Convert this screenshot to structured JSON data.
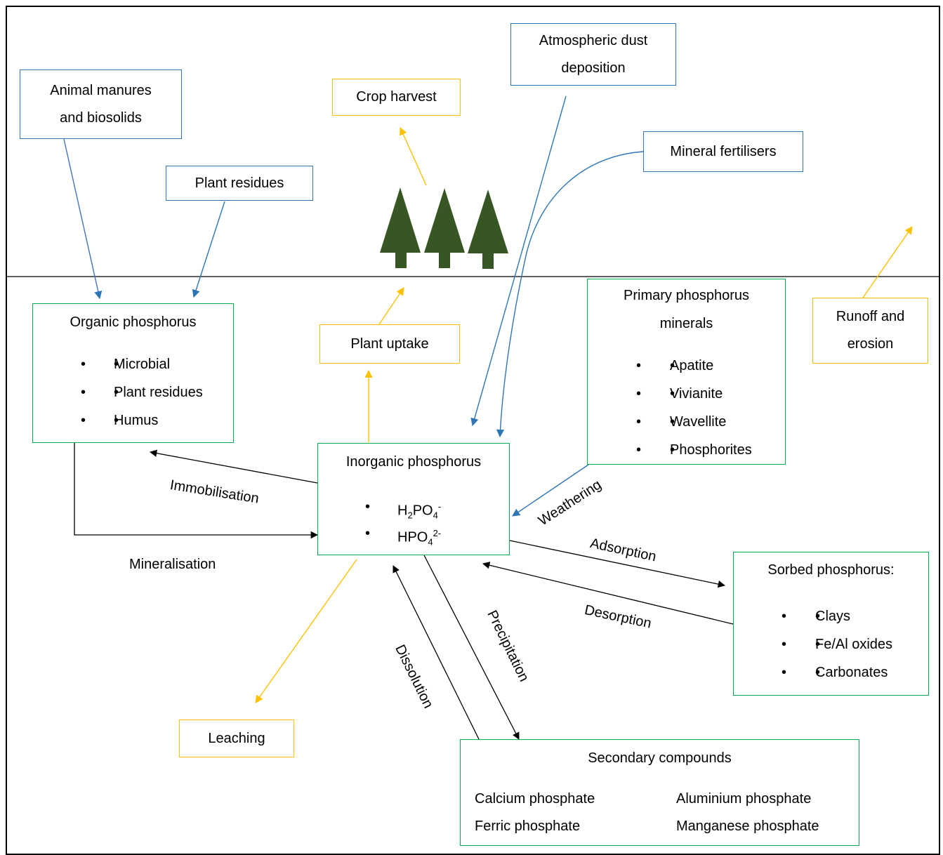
{
  "sources": {
    "manures": [
      "Animal manures",
      "and biosolids"
    ],
    "plant_residues": "Plant residues",
    "dust": [
      "Atmospheric dust",
      "deposition"
    ],
    "fertilisers": "Mineral fertilisers"
  },
  "outputs": {
    "crop_harvest": "Crop harvest",
    "plant_uptake": "Plant uptake",
    "runoff": [
      "Runoff and",
      "erosion"
    ],
    "leaching": "Leaching"
  },
  "pools": {
    "organic": {
      "title": "Organic phosphorus",
      "items": [
        "Microbial",
        "Plant residues",
        "Humus"
      ]
    },
    "inorganic": {
      "title": "Inorganic phosphorus",
      "items": [
        {
          "base": "H",
          "sub1": "2",
          "mid": "PO",
          "sub2": "4",
          "sup": "-"
        },
        {
          "base": "HPO",
          "sub1": "",
          "mid": "",
          "sub2": "4",
          "sup": "2-"
        }
      ]
    },
    "primary": {
      "title": [
        "Primary phosphorus",
        "minerals"
      ],
      "items": [
        "Apatite",
        "Vivianite",
        "Wavellite",
        "Phosphorites"
      ]
    },
    "sorbed": {
      "title": "Sorbed phosphorus:",
      "items": [
        "Clays",
        "Fe/Al oxides",
        "Carbonates"
      ]
    },
    "secondary": {
      "title": "Secondary compounds",
      "left": [
        "Calcium phosphate",
        "Ferric phosphate"
      ],
      "right": [
        "Aluminium phosphate",
        "Manganese phosphate"
      ]
    }
  },
  "processes": {
    "immobilisation": "Immobilisation",
    "mineralisation": "Mineralisation",
    "weathering": "Weathering",
    "adsorption": "Adsorption",
    "desorption": "Desorption",
    "precipitation": "Precipitation",
    "dissolution": "Dissolution"
  },
  "colors": {
    "input_arrow": "#2e75b6",
    "output_arrow": "#ffc000",
    "pool_border": "#00b050",
    "transform_arrow": "#000000",
    "tree": "#375623"
  }
}
